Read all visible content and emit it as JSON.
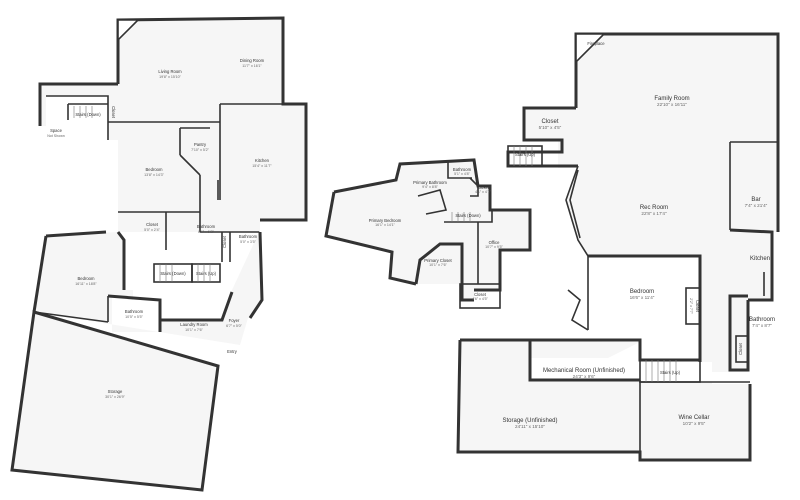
{
  "plan_left": {
    "rooms": [
      {
        "id": "living-room",
        "name": "Living Room",
        "dims": "19'8\" x 15'10\""
      },
      {
        "id": "dining-room",
        "name": "Dining Room",
        "dims": "11'7\" x 16'1\""
      },
      {
        "id": "stairs-down-top",
        "name": "Stairs (Down)",
        "dims": ""
      },
      {
        "id": "closet-top",
        "name": "Closet",
        "dims": ""
      },
      {
        "id": "space",
        "name": "Space",
        "dims": "Not Shown"
      },
      {
        "id": "pantry",
        "name": "Pantry",
        "dims": "7'10\" x 5'2\""
      },
      {
        "id": "bedroom-a",
        "name": "Bedroom",
        "dims": "13'8\" x 14'3\""
      },
      {
        "id": "kitchen",
        "name": "Kitchen",
        "dims": "15'4\" x 11'7\""
      },
      {
        "id": "closet-a",
        "name": "Closet",
        "dims": "5'0\" x 2'4\""
      },
      {
        "id": "bathroom-a",
        "name": "Bathroom",
        "dims": "8'6\" x 5'2\""
      },
      {
        "id": "closet-b",
        "name": "Closet",
        "dims": ""
      },
      {
        "id": "bathroom-b",
        "name": "Bathroom",
        "dims": "5'0\" x 3'5\""
      },
      {
        "id": "bedroom-b",
        "name": "Bedroom",
        "dims": "16'11\" x 18'8\""
      },
      {
        "id": "stairs-down",
        "name": "Stairs (Down)",
        "dims": ""
      },
      {
        "id": "stairs-up",
        "name": "Stairs (Up)",
        "dims": ""
      },
      {
        "id": "bathroom-c",
        "name": "Bathroom",
        "dims": "10'5\" x 5'5\""
      },
      {
        "id": "laundry-room",
        "name": "Laundry Room",
        "dims": "10'1\" x 7'6\""
      },
      {
        "id": "foyer",
        "name": "Foyer",
        "dims": "6'7\" x 5'0\""
      },
      {
        "id": "storage",
        "name": "Storage",
        "dims": "30'1\" x 26'9\""
      }
    ],
    "entry_label": "Entry"
  },
  "plan_middle": {
    "rooms": [
      {
        "id": "primary-bathroom",
        "name": "Primary Bathroom",
        "dims": "9'4\" x 8'8\""
      },
      {
        "id": "bathroom-m",
        "name": "Bathroom",
        "dims": "5'1\" x 4'8\""
      },
      {
        "id": "closet-m1",
        "name": "Closet",
        "dims": "4'1\" x 4'1\""
      },
      {
        "id": "primary-bedroom",
        "name": "Primary Bedroom",
        "dims": "16'1\" x 14'1\""
      },
      {
        "id": "stairs-down-m",
        "name": "Stairs (Down)",
        "dims": ""
      },
      {
        "id": "office",
        "name": "Office",
        "dims": "10'7\" x 9'5\""
      },
      {
        "id": "primary-closet",
        "name": "Primary Closet",
        "dims": "10'1\" x 7'6\""
      },
      {
        "id": "closet-m2",
        "name": "Closet",
        "dims": "4'6\" x 4'5\""
      }
    ]
  },
  "plan_right": {
    "rooms": [
      {
        "id": "fireplace",
        "name": "Fireplace",
        "dims": ""
      },
      {
        "id": "family-room",
        "name": "Family Room",
        "dims": "22'10\" x 16'11\""
      },
      {
        "id": "closet-r1",
        "name": "Closet",
        "dims": "5'10\" x 4'5\""
      },
      {
        "id": "stairs-up-r1",
        "name": "Stairs (Up)",
        "dims": ""
      },
      {
        "id": "rec-room",
        "name": "Rec Room",
        "dims": "22'8\" x 17'4\""
      },
      {
        "id": "bar",
        "name": "Bar",
        "dims": "7'4\" x 21'4\""
      },
      {
        "id": "kitchen-r",
        "name": "Kitchen",
        "dims": ""
      },
      {
        "id": "bedroom-r",
        "name": "Bedroom",
        "dims": "16'6\" x 11'4\""
      },
      {
        "id": "closet-r2",
        "name": "Closet",
        "dims": "2'2\" x 7'7\""
      },
      {
        "id": "bathroom-r",
        "name": "Bathroom",
        "dims": "7'4\" x 8'7\""
      },
      {
        "id": "closet-r3",
        "name": "Closet",
        "dims": ""
      },
      {
        "id": "mechanical-room",
        "name": "Mechanical Room (Unfinished)",
        "dims": "24'3\" x 9'6\""
      },
      {
        "id": "stairs-up-r2",
        "name": "Stairs (Up)",
        "dims": ""
      },
      {
        "id": "storage-r",
        "name": "Storage (Unfinished)",
        "dims": "24'11\" x 15'10\""
      },
      {
        "id": "wine-cellar",
        "name": "Wine Cellar",
        "dims": "10'2\" x 9'5\""
      }
    ]
  }
}
